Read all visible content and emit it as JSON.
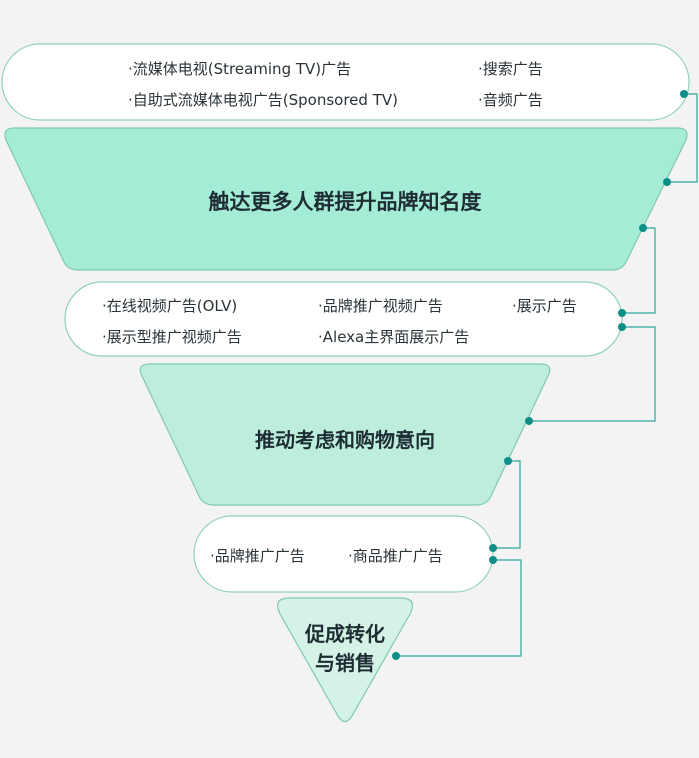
{
  "colors": {
    "stage1": "#a4ecd5",
    "stage2": "#bdeedd",
    "stage3": "#d4f2e6",
    "pill": "#ffffff",
    "border": "#7fc8b4",
    "connector": "#0e8f86"
  },
  "stage1": {
    "title": "触达更多人群提升品牌知名度",
    "items": [
      "·流媒体电视(Streaming TV)广告",
      "·搜索广告",
      "·自助式流媒体电视广告(Sponsored TV)",
      "·音频广告"
    ]
  },
  "stage2": {
    "title": "推动考虑和购物意向",
    "items": [
      "·在线视频广告(OLV)",
      "·品牌推广视频广告",
      "·展示广告",
      "·展示型推广视频广告",
      "·Alexa主界面展示广告"
    ]
  },
  "stage3": {
    "title_line1": "促成转化",
    "title_line2": "与销售",
    "items": [
      "·品牌推广广告",
      "·商品推广广告"
    ]
  }
}
